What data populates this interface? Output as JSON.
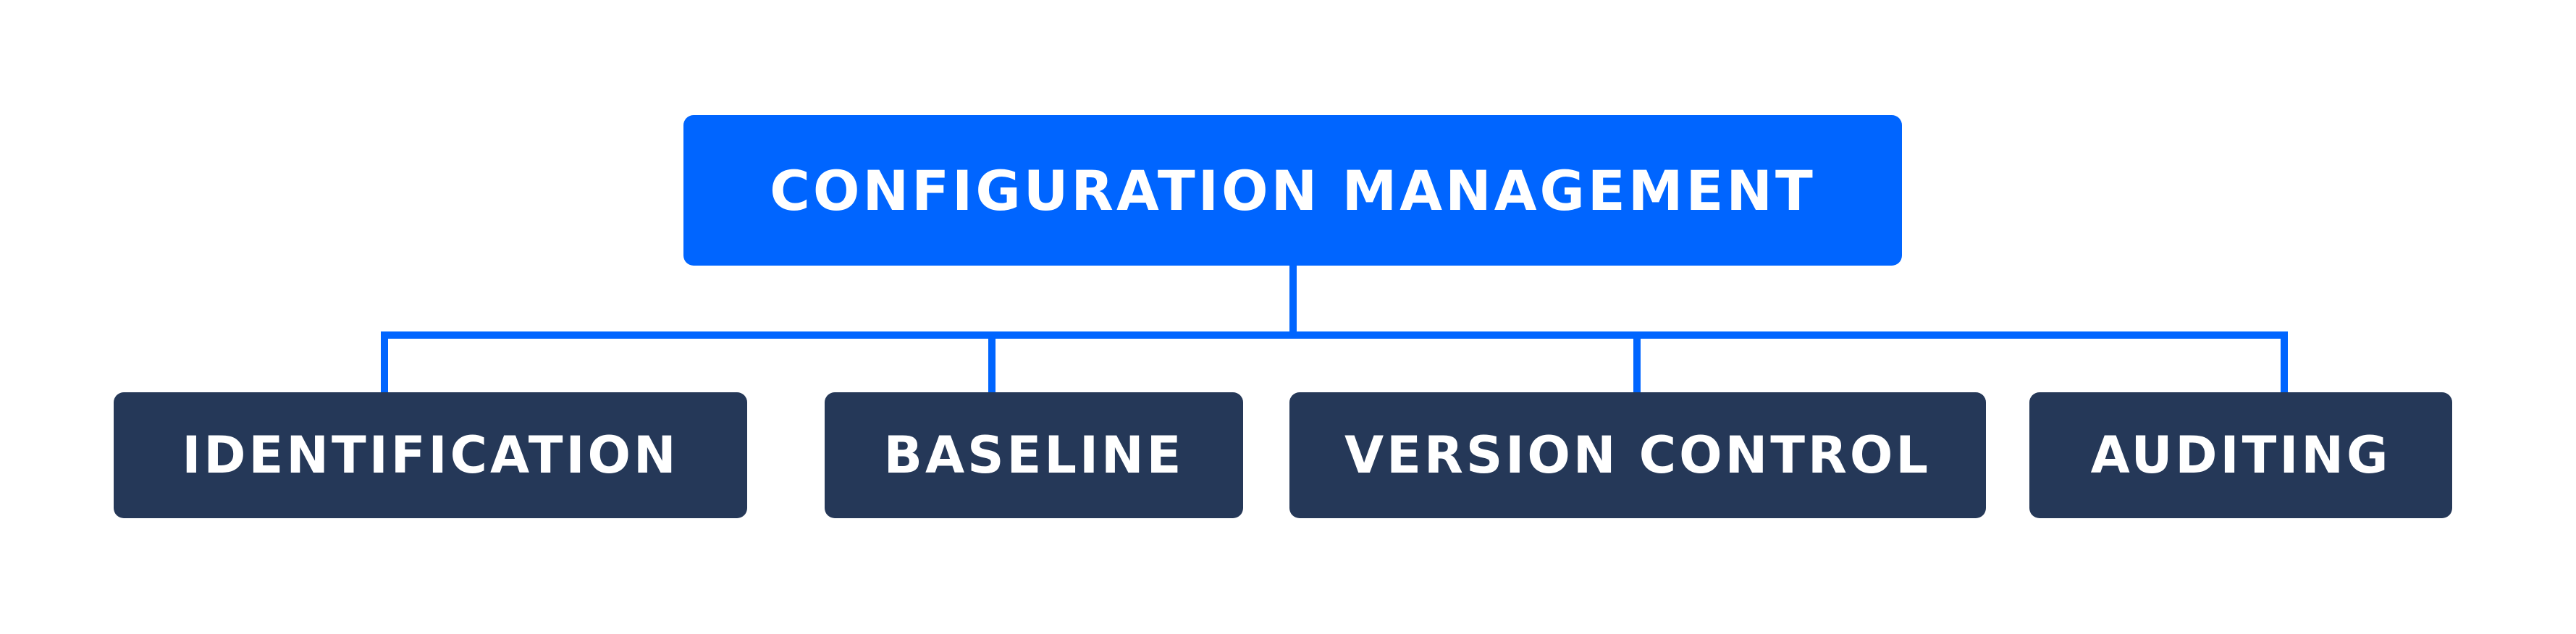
{
  "diagram": {
    "root": {
      "label": "CONFIGURATION MANAGEMENT",
      "color": "#0065FF"
    },
    "children": [
      {
        "label": "IDENTIFICATION"
      },
      {
        "label": "BASELINE"
      },
      {
        "label": "VERSION CONTROL"
      },
      {
        "label": "AUDITING"
      }
    ],
    "child_color": "#253858",
    "connector_color": "#0065FF"
  }
}
